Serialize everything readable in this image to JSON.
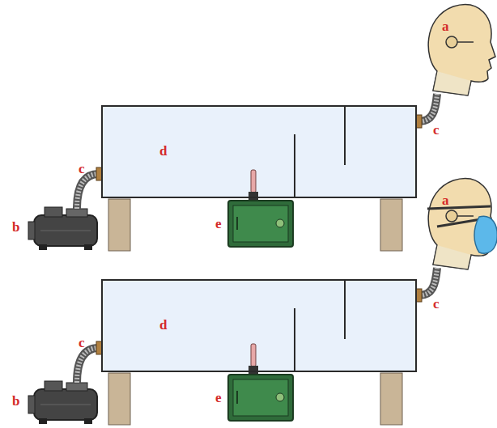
{
  "diagram": {
    "nodes": [
      {
        "text": [
          "d"
        ]
      },
      {
        "text": [
          "d"
        ]
      }
    ],
    "labels": [
      "a",
      "c",
      "c",
      "b",
      "e",
      "a",
      "c",
      "c",
      "b",
      "e"
    ]
  }
}
